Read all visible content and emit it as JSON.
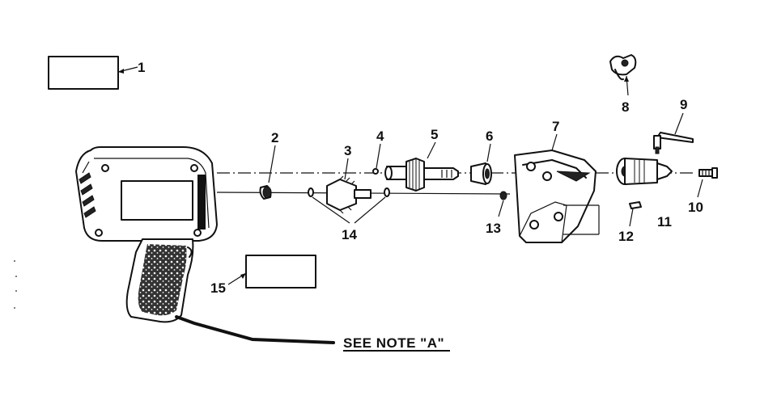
{
  "diagram": {
    "labels": {
      "p1": "1",
      "p2": "2",
      "p3": "3",
      "p4": "4",
      "p5": "5",
      "p6": "6",
      "p7": "7",
      "p8": "8",
      "p9": "9",
      "p10": "10",
      "p11": "11",
      "p12": "12",
      "p13": "13",
      "p14": "14",
      "p15": "15"
    },
    "note": "SEE NOTE \"A\""
  }
}
